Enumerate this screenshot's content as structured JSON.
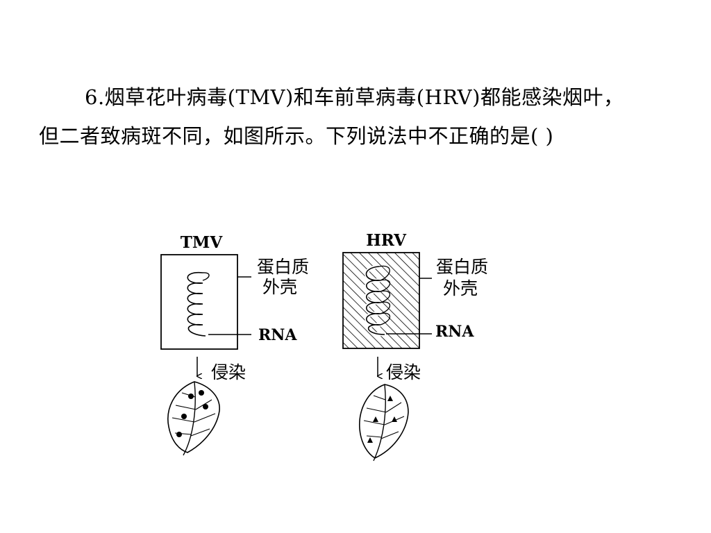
{
  "question": {
    "line1": "6.烟草花叶病毒(TMV)和车前草病毒(HRV)都能感染烟叶，",
    "line2": "但二者致病斑不同，如图所示。下列说法中不正确的是(    )"
  },
  "figure": {
    "left_virus": {
      "title": "TMV",
      "protein_line1": "蛋白质",
      "protein_line2": "外壳",
      "rna_label": "RNA",
      "infect_label": "侵染",
      "lesion_shape": "circle"
    },
    "right_virus": {
      "title": "HRV",
      "protein_line1": "蛋白质",
      "protein_line2": "外壳",
      "rna_label": "RNA",
      "infect_label": "侵染",
      "lesion_shape": "triangle"
    }
  }
}
